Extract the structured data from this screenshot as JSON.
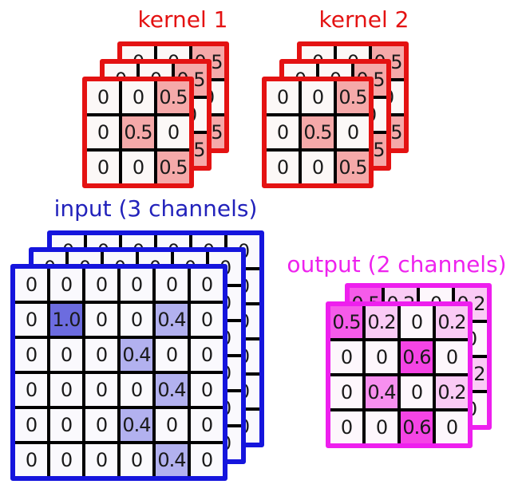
{
  "groups": [
    {
      "id": "kernel1",
      "label": "kernel 1",
      "layers": 3,
      "rows": 3,
      "cols": 3,
      "colors": {
        "border": "#e41212",
        "label": "#e41212",
        "line": "#000000",
        "cell_bg": "#fcf8f7",
        "text": "#1a1a1a",
        "fills": {
          "0.5": "#f5a9a9"
        }
      },
      "values": [
        [
          "0",
          "0",
          "0.5"
        ],
        [
          "0",
          "0.5",
          "0"
        ],
        [
          "0",
          "0",
          "0.5"
        ]
      ]
    },
    {
      "id": "kernel2",
      "label": "kernel 2",
      "layers": 3,
      "rows": 3,
      "cols": 3,
      "colors": {
        "border": "#e41212",
        "label": "#e41212",
        "line": "#000000",
        "cell_bg": "#fcf8f7",
        "text": "#1a1a1a",
        "fills": {
          "0.5": "#f5a9a9"
        }
      },
      "values": [
        [
          "0",
          "0",
          "0.5"
        ],
        [
          "0",
          "0.5",
          "0"
        ],
        [
          "0",
          "0",
          "0.5"
        ]
      ]
    },
    {
      "id": "input",
      "label": "input (3 channels)",
      "layers": 3,
      "rows": 6,
      "cols": 6,
      "colors": {
        "border": "#1515dd",
        "label": "#2222bb",
        "line": "#000000",
        "cell_bg": "#faf9fd",
        "text": "#1a1a1a",
        "fills": {
          "1.0": "#6c6cdf",
          "0.4": "#b2b1ef"
        }
      },
      "values": [
        [
          "0",
          "0",
          "0",
          "0",
          "0",
          "0"
        ],
        [
          "0",
          "1.0",
          "0",
          "0",
          "0.4",
          "0"
        ],
        [
          "0",
          "0",
          "0",
          "0.4",
          "0",
          "0"
        ],
        [
          "0",
          "0",
          "0",
          "0",
          "0.4",
          "0"
        ],
        [
          "0",
          "0",
          "0",
          "0.4",
          "0",
          "0"
        ],
        [
          "0",
          "0",
          "0",
          "0",
          "0.4",
          "0"
        ]
      ]
    },
    {
      "id": "output",
      "label": "output (2 channels)",
      "layers": 2,
      "rows": 4,
      "cols": 4,
      "colors": {
        "border": "#ee1fee",
        "label": "#ee22ee",
        "line": "#000000",
        "cell_bg": "#fdf7fc",
        "text": "#1a1a1a",
        "fills": {
          "0.6": "#f544e5",
          "0.5": "#f65bea",
          "0.4": "#f78fef",
          "0.2": "#facbf5"
        }
      },
      "values": [
        [
          "0.5",
          "0.2",
          "0",
          "0.2"
        ],
        [
          "0",
          "0",
          "0.6",
          "0"
        ],
        [
          "0",
          "0.4",
          "0",
          "0.2"
        ],
        [
          "0",
          "0",
          "0.6",
          "0"
        ]
      ]
    }
  ]
}
